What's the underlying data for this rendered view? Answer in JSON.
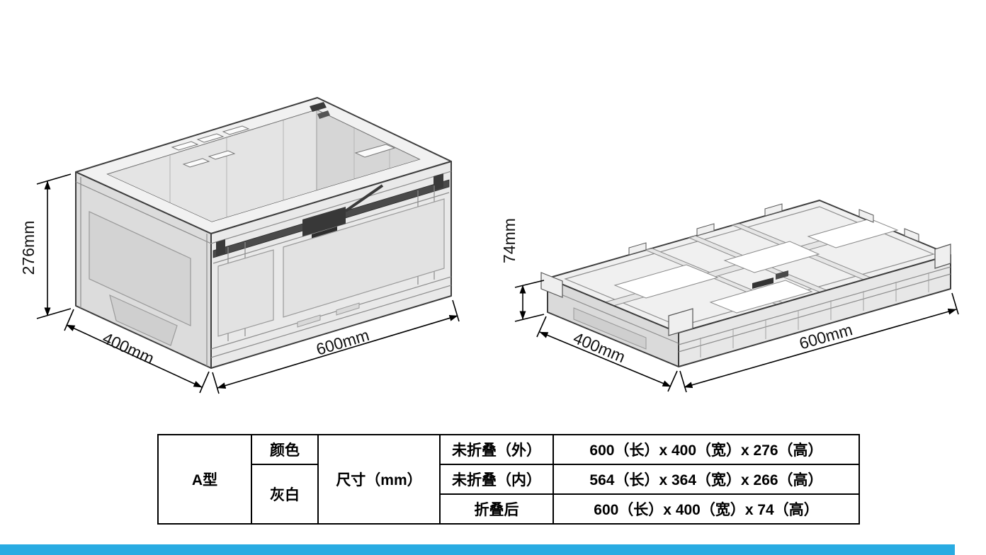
{
  "accent": {
    "bar_color": "#29abe2"
  },
  "drawing": {
    "unfolded": {
      "height": "276mm",
      "width": "400mm",
      "length": "600mm"
    },
    "folded": {
      "height": "74mm",
      "width": "400mm",
      "length": "600mm"
    }
  },
  "table": {
    "model": "A型",
    "color_header": "颜色",
    "color_value": "灰白",
    "dim_header": "尺寸（mm）",
    "rows": [
      {
        "label": "未折叠（外）",
        "value": "600（长）x 400（宽）x 276（高）"
      },
      {
        "label": "未折叠（内）",
        "value": "564（长）x 364（宽）x 266（高）"
      },
      {
        "label": "折叠后",
        "value": "600（长）x 400（宽）x 74（高）"
      }
    ]
  }
}
